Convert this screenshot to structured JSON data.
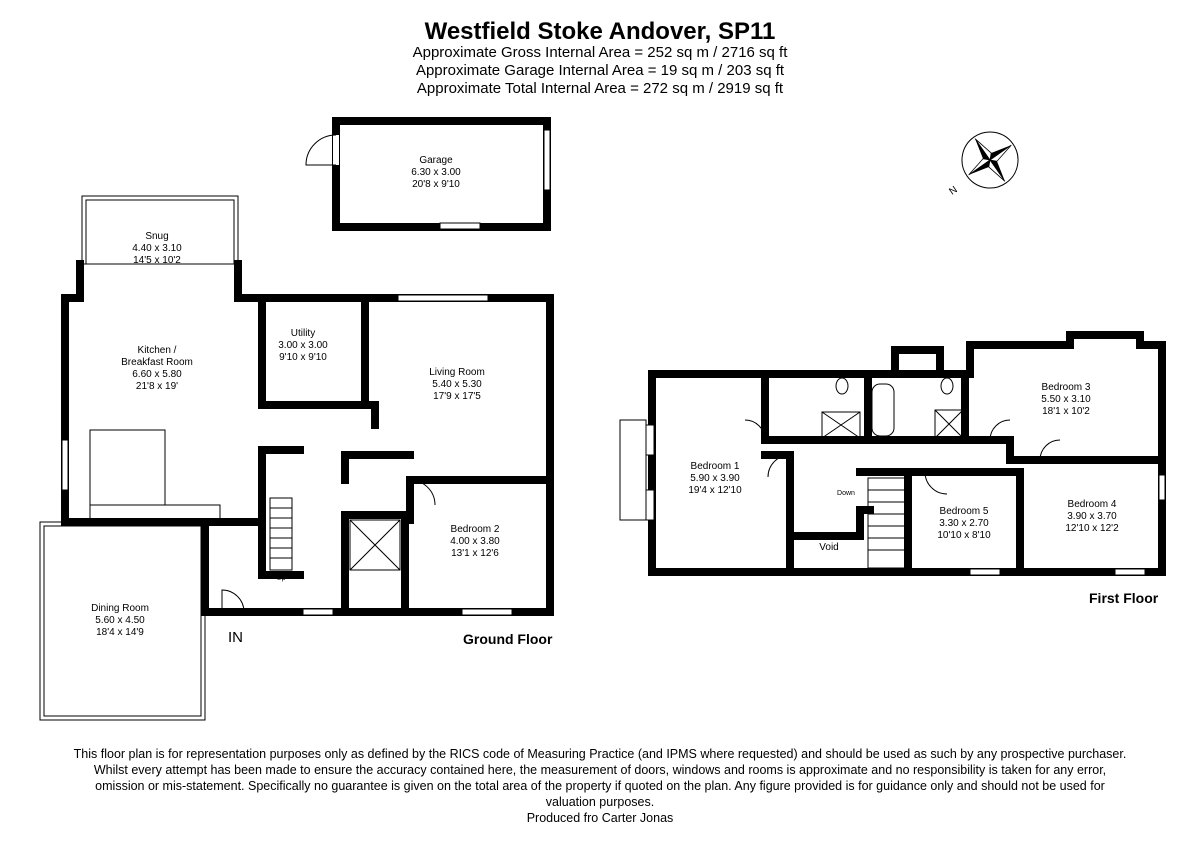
{
  "header": {
    "title": "Westfield Stoke Andover, SP11",
    "gross_area": "Approximate Gross Internal Area = 252 sq m / 2716 sq ft",
    "garage_area": "Approximate Garage Internal Area = 19 sq m / 203 sq ft",
    "total_area": "Approximate Total Internal Area = 272 sq m / 2919 sq ft"
  },
  "ground_floor": {
    "label": "Ground Floor",
    "entrance": "IN",
    "stairs": "Up",
    "rooms": [
      {
        "name": "Garage",
        "metric": "6.30 x 3.00",
        "imperial": "20'8 x 9'10"
      },
      {
        "name": "Snug",
        "metric": "4.40 x 3.10",
        "imperial": "14'5 x 10'2"
      },
      {
        "name": "Kitchen /",
        "name2": "Breakfast Room",
        "metric": "6.60 x 5.80",
        "imperial": "21'8 x 19'"
      },
      {
        "name": "Utility",
        "metric": "3.00 x 3.00",
        "imperial": "9'10 x 9'10"
      },
      {
        "name": "Living Room",
        "metric": "5.40 x 5.30",
        "imperial": "17'9 x 17'5"
      },
      {
        "name": "Bedroom 2",
        "metric": "4.00 x 3.80",
        "imperial": "13'1 x 12'6"
      },
      {
        "name": "Dining Room",
        "metric": "5.60 x 4.50",
        "imperial": "18'4 x 14'9"
      }
    ]
  },
  "first_floor": {
    "label": "First Floor",
    "stairs": "Down",
    "void": "Void",
    "rooms": [
      {
        "name": "Bedroom 1",
        "metric": "5.90 x 3.90",
        "imperial": "19'4 x 12'10"
      },
      {
        "name": "Bedroom 3",
        "metric": "5.50 x 3.10",
        "imperial": "18'1 x 10'2"
      },
      {
        "name": "Bedroom 4",
        "metric": "3.90 x 3.70",
        "imperial": "12'10 x 12'2"
      },
      {
        "name": "Bedroom 5",
        "metric": "3.30 x 2.70",
        "imperial": "10'10 x 8'10"
      }
    ]
  },
  "compass": {
    "label": "N",
    "icon": "compass-rose-icon"
  },
  "footer": {
    "disclaimer": "This floor plan is for representation purposes only as defined by the RICS code of Measuring Practice (and IPMS where requested) and should be used as such by any prospective purchaser. Whilst every attempt has been made to ensure the accuracy contained here, the measurement of doors, windows and rooms is approximate and no responsibility is taken for any error, omission or mis-statement. Specifically no guarantee is given on the total area of the property if quoted on the plan. Any figure provided is for guidance only and should not be used for valuation purposes.",
    "credit": "Produced fro Carter Jonas"
  }
}
